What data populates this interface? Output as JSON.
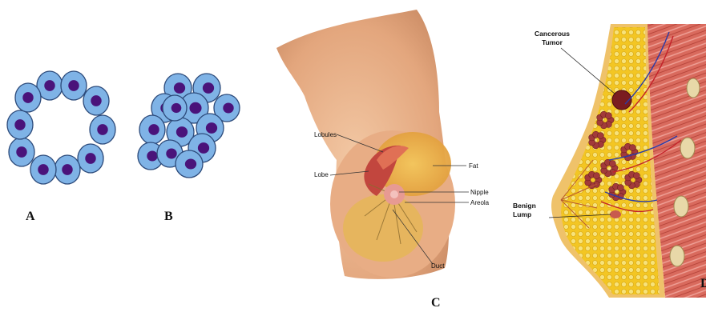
{
  "panels": {
    "a": {
      "letter": "A"
    },
    "b": {
      "letter": "B"
    },
    "c": {
      "letter": "C",
      "labels": {
        "lobules": "Lobules",
        "lobe": "Lobe",
        "fat": "Fat",
        "nipple": "Nipple",
        "areola": "Areola",
        "duct": "Duct"
      }
    },
    "d": {
      "letter": "D",
      "labels": {
        "tumor_line1": "Cancerous",
        "tumor_line2": "Tumor",
        "benign_line1": "Benign",
        "benign_line2": "Lump"
      }
    }
  },
  "colors": {
    "cell_fill": "#7fb3e6",
    "cell_stroke": "#2c4a7a",
    "nucleus": "#4a137a",
    "skin": "#e9b48c",
    "fat": "#f3c623",
    "lobule": "#a23a3a",
    "vein": "#2a3ca8",
    "artery": "#c4222a"
  }
}
